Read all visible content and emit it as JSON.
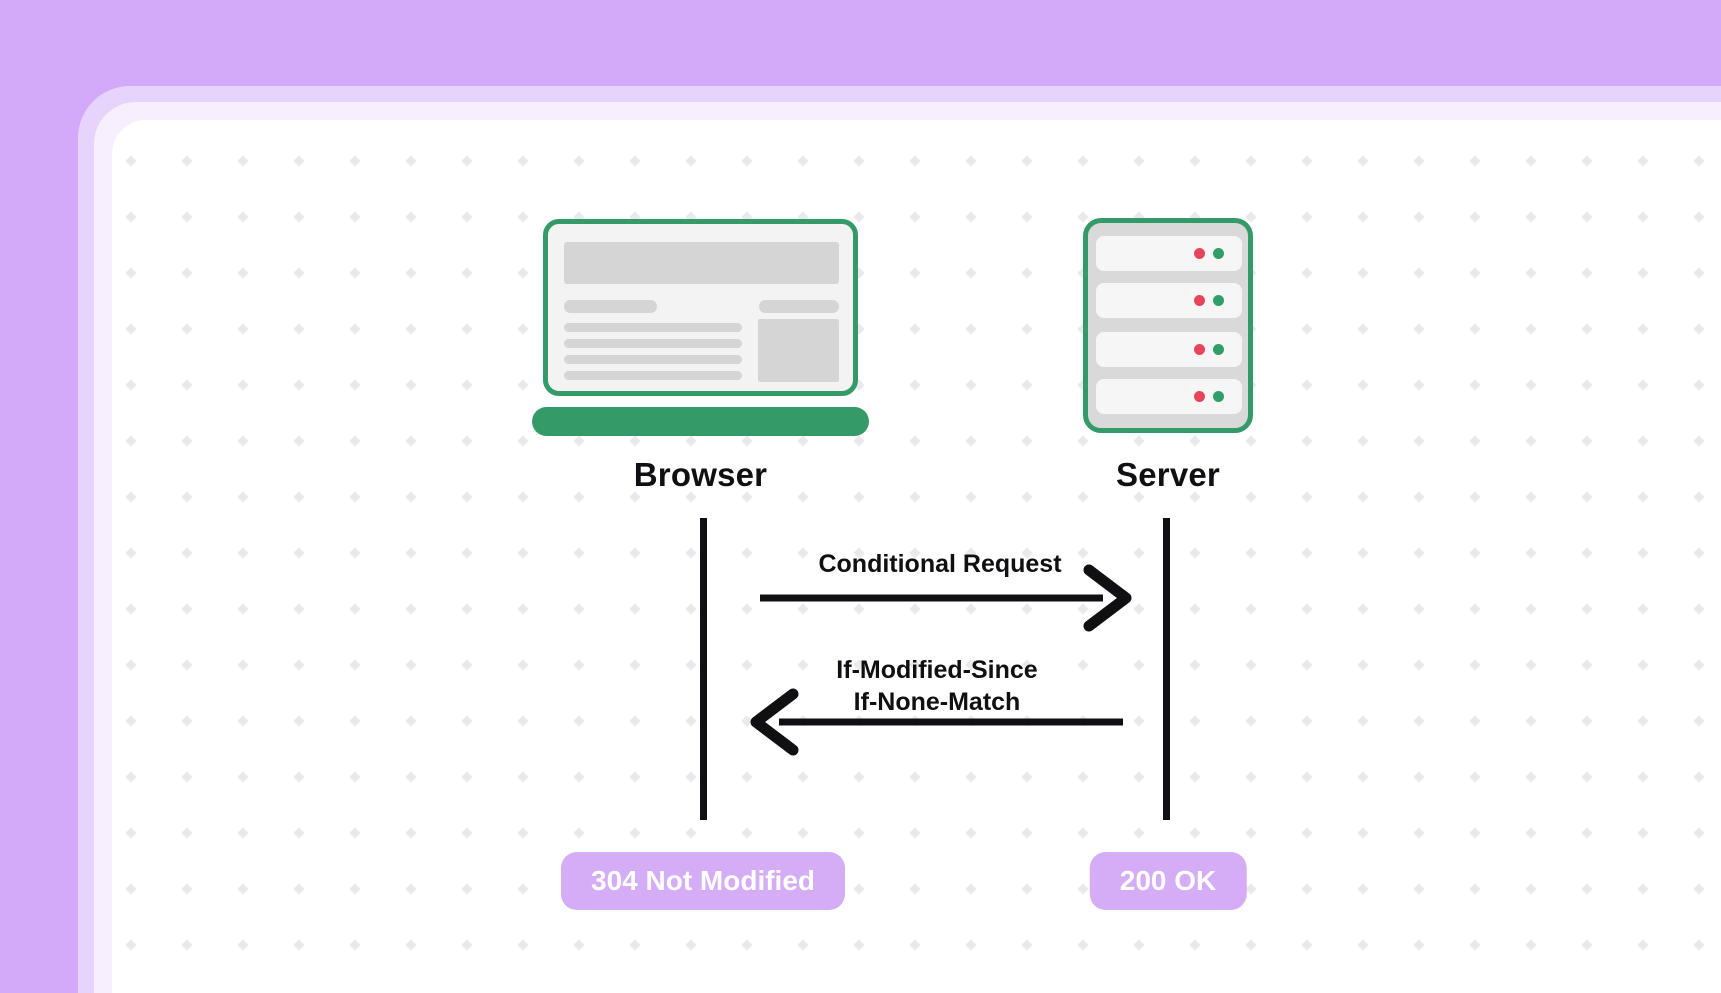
{
  "colors": {
    "background": "#d3aafa",
    "frame_outer_ring": "#e7d4fc",
    "frame_inner_ring": "#f7eefe",
    "card": "#ffffff",
    "dot_grid": "#ebe9ed",
    "accent_green": "#349a68",
    "placeholder_gray": "#d5d5d5",
    "ink": "#101014",
    "badge_purple": "#d5acf6",
    "badge_text": "#ffffff",
    "led_red": "#e8455c",
    "led_green": "#2f9e68"
  },
  "diagram": {
    "actors": [
      {
        "id": "browser",
        "label": "Browser",
        "icon": "laptop-browser-icon"
      },
      {
        "id": "server",
        "label": "Server",
        "icon": "server-rack-icon"
      }
    ],
    "messages": [
      {
        "from": "browser",
        "to": "server",
        "direction": "right",
        "label": "Conditional Request"
      },
      {
        "from": "server",
        "to": "browser",
        "direction": "left",
        "label_lines": [
          "If-Modified-Since",
          "If-None-Match"
        ]
      }
    ],
    "results": [
      {
        "actor": "browser",
        "label": "304 Not Modified"
      },
      {
        "actor": "server",
        "label": "200 OK"
      }
    ]
  }
}
